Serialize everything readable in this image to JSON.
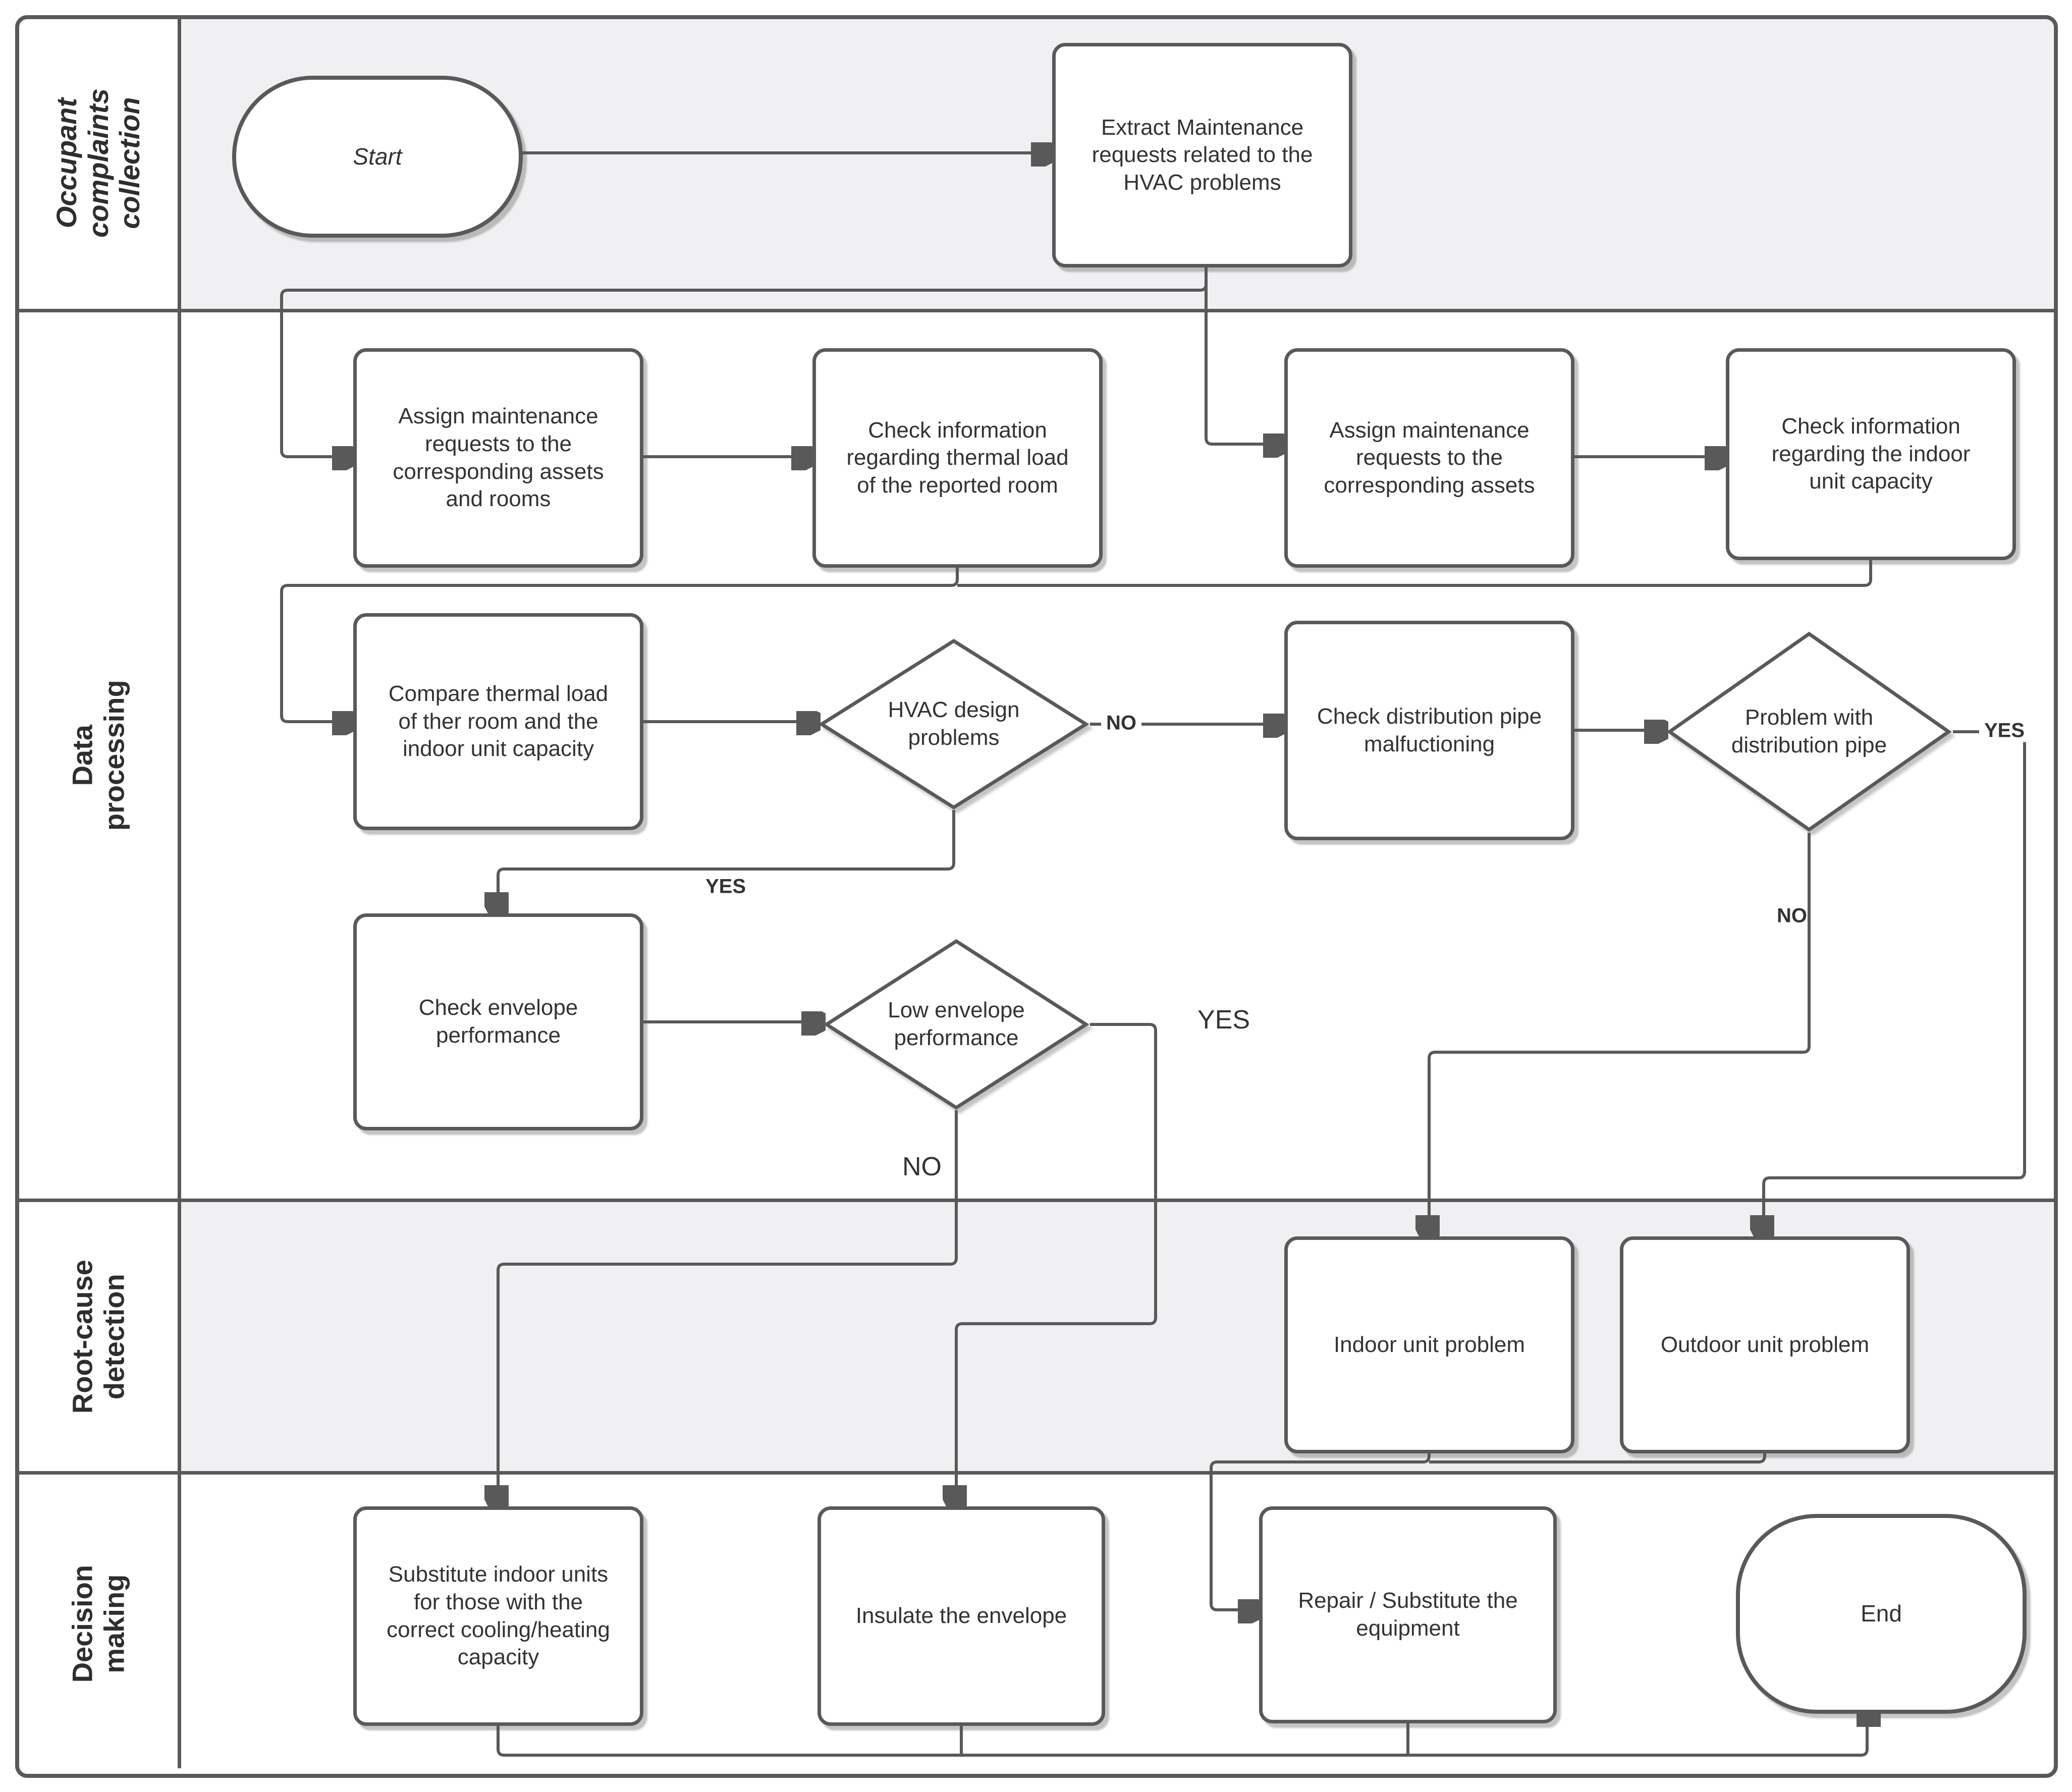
{
  "diagram_type": "flowchart-swimlane",
  "colors": {
    "line": "#595959",
    "lane_fill_gray": "#f0f0f2",
    "lane_fill_white": "#ffffff",
    "node_fill": "#ffffff",
    "text": "#333333"
  },
  "lanes": [
    {
      "label": "Occupant complaints collection"
    },
    {
      "label": "Data processing"
    },
    {
      "label": "Root-cause detection"
    },
    {
      "label": "Decision making"
    }
  ],
  "nodes": {
    "start": {
      "label": "Start",
      "type": "terminator"
    },
    "extract": {
      "label": "Extract Maintenance requests related to the HVAC problems",
      "type": "process"
    },
    "assign_rooms": {
      "label": "Assign maintenance requests to the corresponding assets and rooms",
      "type": "process"
    },
    "check_thermal": {
      "label": "Check information regarding thermal load of the reported room",
      "type": "process"
    },
    "assign_assets": {
      "label": "Assign maintenance requests to the corresponding assets",
      "type": "process"
    },
    "check_capacity": {
      "label": "Check information regarding the indoor unit capacity",
      "type": "process"
    },
    "compare": {
      "label": "Compare thermal load of ther room and the indoor unit capacity",
      "type": "process"
    },
    "hvac_design": {
      "label": "HVAC design problems",
      "type": "decision"
    },
    "check_pipe": {
      "label": "Check distribution pipe malfuctioning",
      "type": "process"
    },
    "problem_pipe": {
      "label": "Problem with distribution pipe",
      "type": "decision"
    },
    "check_envelope": {
      "label": "Check envelope performance",
      "type": "process"
    },
    "low_envelope": {
      "label": "Low envelope performance",
      "type": "decision"
    },
    "indoor": {
      "label": "Indoor unit problem",
      "type": "process"
    },
    "outdoor": {
      "label": "Outdoor unit problem",
      "type": "process"
    },
    "substitute": {
      "label": "Substitute indoor units for those with the correct cooling/heating capacity",
      "type": "process"
    },
    "insulate": {
      "label": "Insulate the envelope",
      "type": "process"
    },
    "repair": {
      "label": "Repair / Substitute the equipment",
      "type": "process"
    },
    "end": {
      "label": "End",
      "type": "terminator"
    }
  },
  "edge_labels": {
    "hvac_no": "NO",
    "hvac_yes": "YES",
    "pipe_yes": "YES",
    "pipe_no": "NO",
    "envelope_yes": "YES",
    "envelope_no": "NO"
  }
}
